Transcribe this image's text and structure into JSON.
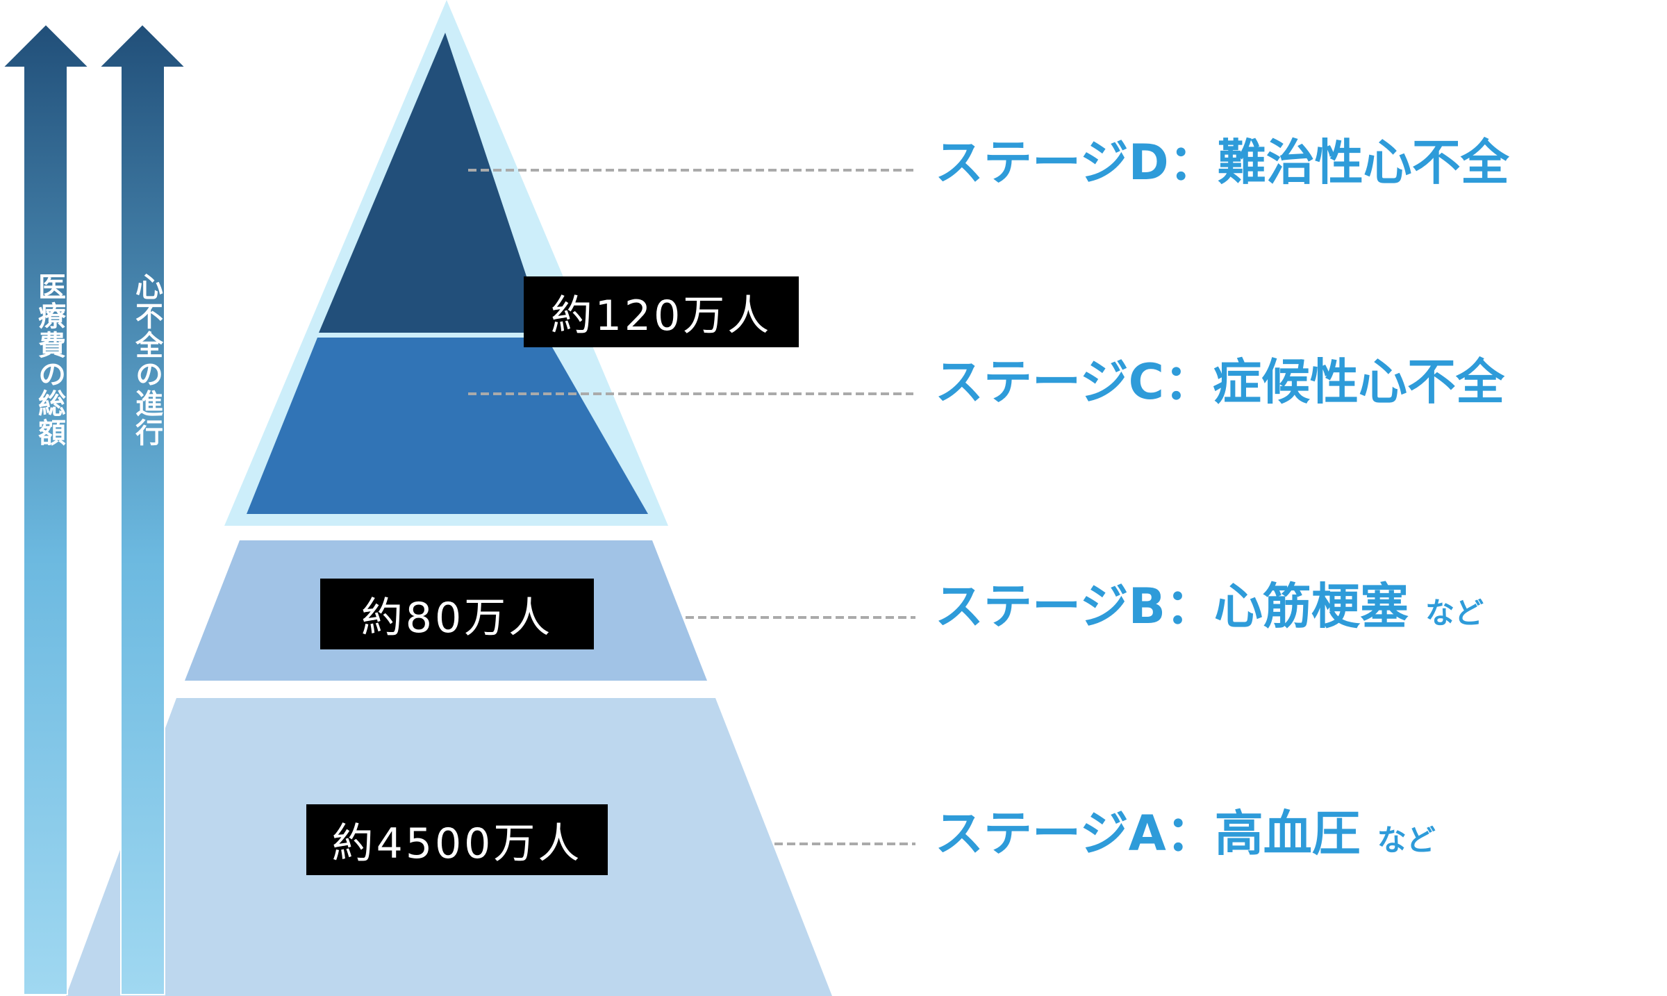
{
  "arrows": [
    {
      "label": "医療費の総額"
    },
    {
      "label": "心不全の進行"
    }
  ],
  "pyramid_labels": {
    "top": "約120万人",
    "middle": "約80万人",
    "bottom": "約4500万人"
  },
  "stages": [
    {
      "label": "ステージD：難治性心不全",
      "suffix": ""
    },
    {
      "label": "ステージC：症候性心不全",
      "suffix": ""
    },
    {
      "label": "ステージB：心筋梗塞",
      "suffix": "など"
    },
    {
      "label": "ステージA：高血圧",
      "suffix": "など"
    }
  ],
  "colors": {
    "stage_text": "#2e9bd9",
    "stage_d": "#224f7a",
    "stage_c": "#3174b6",
    "stage_b": "#a1c3e6",
    "stage_a": "#bdd7ee",
    "border": "#cdeefa",
    "arrow_top": "#214f79",
    "arrow_bottom": "#a0d8f1",
    "dash": "#aaaaaa"
  }
}
